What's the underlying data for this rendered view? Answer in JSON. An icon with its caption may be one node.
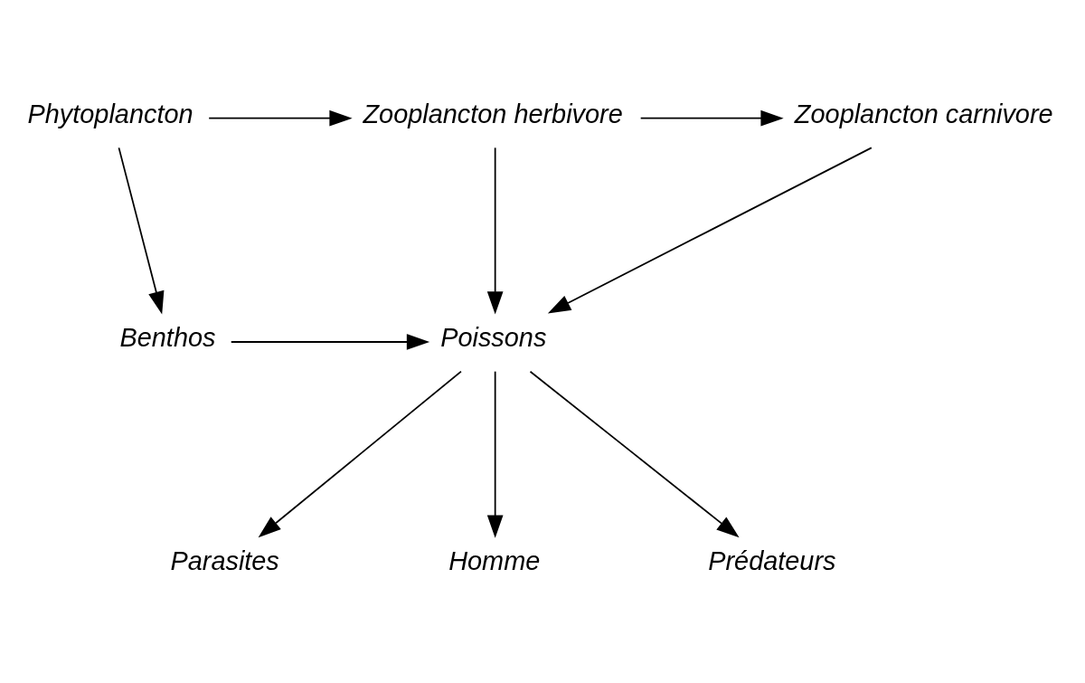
{
  "diagram": {
    "nodes": [
      {
        "text": [
          "Phytoplancton"
        ]
      },
      {
        "text": [
          "Zooplancton herbivore"
        ]
      },
      {
        "text": [
          "Zooplancton carnivore"
        ]
      },
      {
        "text": [
          "Benthos"
        ]
      },
      {
        "text": [
          "Poissons"
        ]
      },
      {
        "text": [
          "Parasites"
        ]
      },
      {
        "text": [
          "Homme"
        ]
      },
      {
        "text": [
          "Prédateurs"
        ]
      }
    ],
    "edges": [
      {
        "from": 0,
        "to": 1,
        "arrow": "to"
      },
      {
        "from": 1,
        "to": 2,
        "arrow": "to"
      },
      {
        "from": 0,
        "to": 3,
        "arrow": "to"
      },
      {
        "from": 1,
        "to": 4,
        "arrow": "to"
      },
      {
        "from": 2,
        "to": 4,
        "arrow": "to"
      },
      {
        "from": 3,
        "to": 4,
        "arrow": "to"
      },
      {
        "from": 4,
        "to": 5,
        "arrow": "to"
      },
      {
        "from": 4,
        "to": 6,
        "arrow": "to"
      },
      {
        "from": 4,
        "to": 7,
        "arrow": "to"
      }
    ]
  }
}
